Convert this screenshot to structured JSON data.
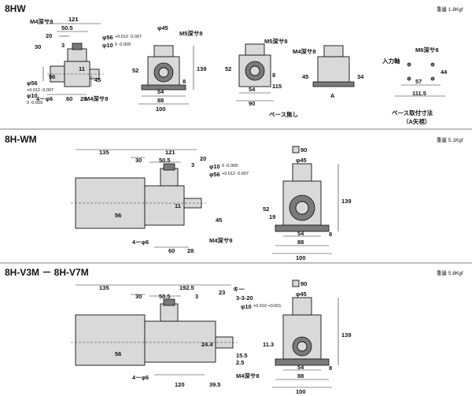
{
  "sections": [
    {
      "title": "8HW",
      "weight": "重量 1.8Kgf"
    },
    {
      "title": "8H-WM",
      "weight": "重量 5.1Kgf"
    },
    {
      "title": "8H-V3M － 8H-V7M",
      "weight": "重量 5.8Kgf"
    }
  ],
  "hw": {
    "side": {
      "d121": "121",
      "d505": "50.5",
      "d20": "20",
      "d3": "3",
      "d30": "30",
      "d56": "56",
      "d60": "60",
      "d28": "28",
      "d45": "45",
      "m4a": "M4深サ8",
      "m4b": "M4深サ8",
      "holes": "4－φ6",
      "dia56": "φ56",
      "dia56tol": "+0.012 -0.007",
      "dia10": "φ10",
      "dia10tol": "0 -0.009",
      "dia10b": "φ10",
      "dia10btol": "0 -0.009",
      "dia56b": "φ56",
      "dia56btol": "+0.012 -0.007",
      "d11": "11"
    },
    "front": {
      "d45": "φ45",
      "m5": "M5深サ8",
      "d52": "52",
      "d54": "54",
      "d88": "88",
      "d100": "100",
      "d139": "139",
      "d8": "8"
    },
    "front2": {
      "m5": "M5深サ8",
      "d52": "52",
      "d54": "54",
      "d90": "90",
      "d115": "115",
      "d8": "8",
      "caption": "ベース無し"
    },
    "front3": {
      "m4": "M4深サ8",
      "d45": "45",
      "d34": "34",
      "label_a": "A"
    },
    "base": {
      "m6": "M6深サ8",
      "input": "入力軸",
      "d44": "44",
      "d57": "57",
      "d1115": "111.5",
      "caption": "ベース取付寸法",
      "caption2": "（A矢視）"
    }
  },
  "wm": {
    "side": {
      "d135": "135",
      "d30": "30",
      "d121": "121",
      "d505": "50.5",
      "d3": "3",
      "d20": "20",
      "dia10": "φ10",
      "dia10tol": "0 -0.009",
      "dia56": "φ56",
      "dia56tol": "+0.012 -0.007",
      "d11": "11",
      "d56": "56",
      "d45": "45",
      "holes": "4－φ6",
      "d60": "60",
      "d28": "28",
      "m4": "M4深サ8"
    },
    "front": {
      "d90": "90",
      "d45": "φ45",
      "d52": "52",
      "d19": "19",
      "d54": "54",
      "d88": "88",
      "d100": "100",
      "d139": "139",
      "d8": "8"
    }
  },
  "v": {
    "side": {
      "d135": "135",
      "d30": "30",
      "d1925": "192.5",
      "d505": "50.5",
      "d3": "3",
      "d23": "23",
      "key": "キー",
      "keysize": "3-3-20",
      "dia10": "φ10",
      "dia10tol": "+0.010 +0.001",
      "d56": "56",
      "d244": "24.4",
      "d155": "15.5",
      "d25": "2.5",
      "holes": "4－φ6",
      "d120": "120",
      "d395": "39.5",
      "m4": "M4深サ8"
    },
    "front": {
      "d90": "90",
      "d45": "φ45",
      "d113": "11.3",
      "d54": "54",
      "d88": "88",
      "d100": "100",
      "d139": "139",
      "d8": "8"
    }
  }
}
